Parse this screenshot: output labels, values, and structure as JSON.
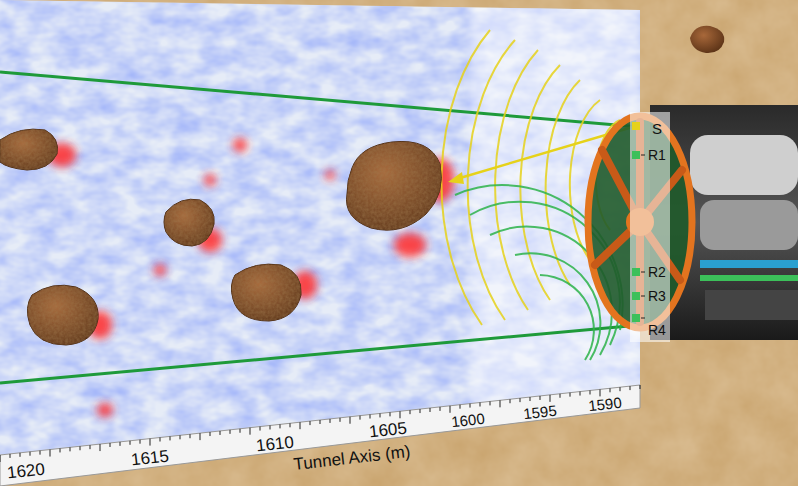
{
  "diagram": {
    "labels": [
      "S",
      "R1",
      "R2",
      "R3",
      "R4",
      "1620",
      "1615",
      "1610",
      "1605",
      "1600",
      "1595",
      "1590",
      "Tunnel Axis (m)"
    ]
  }
}
